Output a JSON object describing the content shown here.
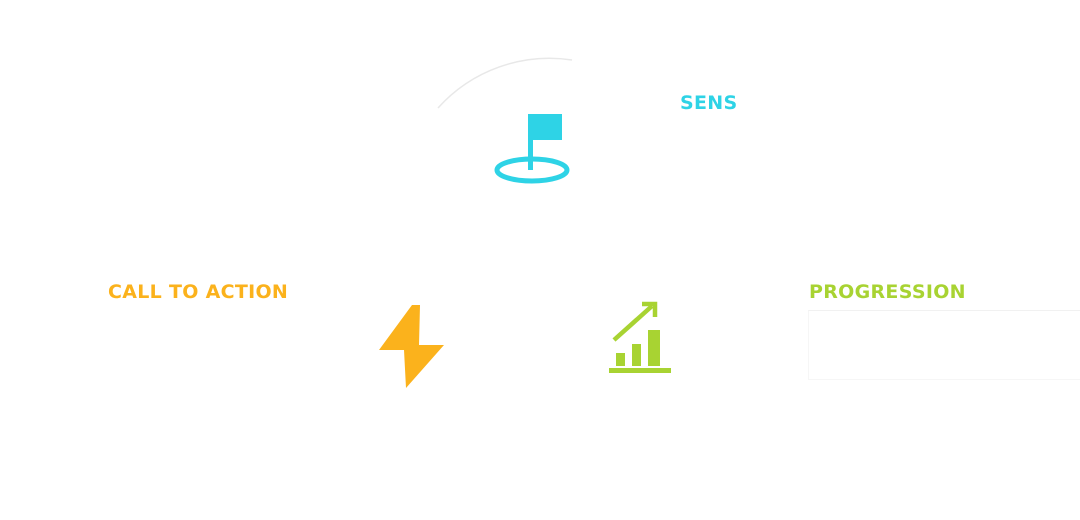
{
  "colors": {
    "sens": "#2ed3e6",
    "call_to_action": "#fbb21c",
    "progression": "#a8d332",
    "arc": "#e6e6e6"
  },
  "items": {
    "sens": {
      "label": "SENS",
      "icon": "flag-icon"
    },
    "call_to_action": {
      "label": "CALL TO ACTION",
      "icon": "lightning-bolt-icon"
    },
    "progression": {
      "label": "PROGRESSION",
      "icon": "growth-chart-icon"
    }
  }
}
